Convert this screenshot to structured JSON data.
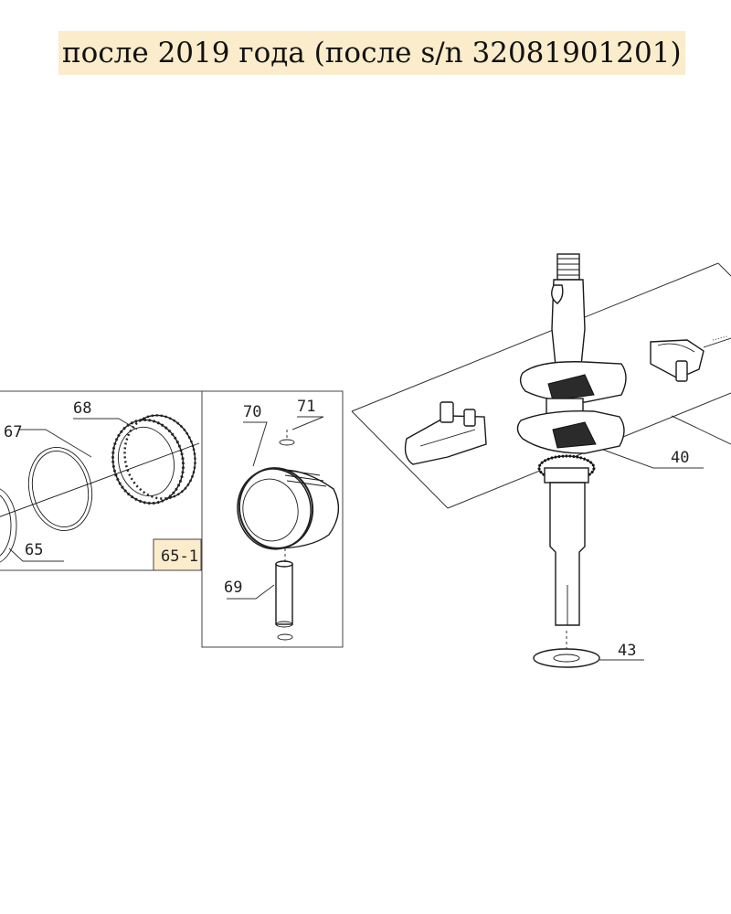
{
  "header": {
    "title": "после 2019 года (после s/n 32081901201)",
    "highlight_color": "#fbeccb"
  },
  "diagram": {
    "labels": {
      "p40": "40",
      "p43": "43",
      "p65": "65",
      "p65_1": "65-1",
      "p67": "67",
      "p68": "68",
      "p69": "69",
      "p70": "70",
      "p71": "71"
    }
  }
}
